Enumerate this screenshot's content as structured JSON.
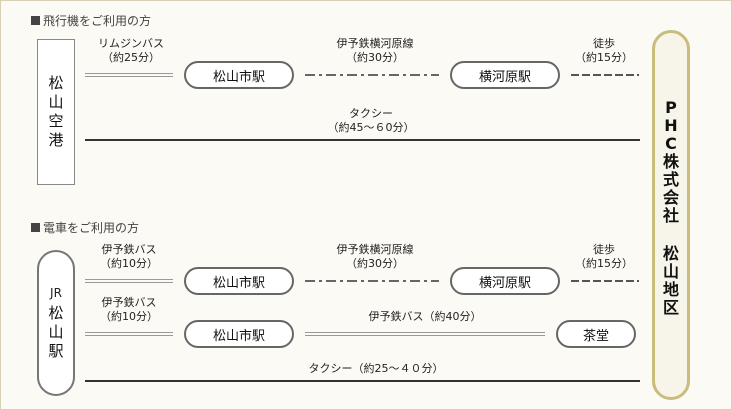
{
  "sections": {
    "airport_title": "飛行機をご利用の方",
    "train_title": "電車をご利用の方"
  },
  "origins": {
    "airport": "松山空港",
    "jr_line": "JR",
    "jr_name": "松山駅"
  },
  "destination": {
    "company": "PHC株式会社",
    "site": "松山地区"
  },
  "airport_route": {
    "bus_label": "リムジンバス",
    "bus_time": "（約25分）",
    "station1": "松山市駅",
    "rail_label": "伊予鉄横河原線",
    "rail_time": "（約30分）",
    "station2": "横河原駅",
    "walk_label": "徒歩",
    "walk_time": "（約15分）",
    "taxi_label": "タクシー",
    "taxi_time": "（約45～６0分）"
  },
  "train_route1": {
    "bus_label": "伊予鉄バス",
    "bus_time": "（約10分）",
    "station1": "松山市駅",
    "rail_label": "伊予鉄横河原線",
    "rail_time": "（約30分）",
    "station2": "横河原駅",
    "walk_label": "徒歩",
    "walk_time": "（約15分）"
  },
  "train_route2": {
    "bus_label": "伊予鉄バス",
    "bus_time": "（約10分）",
    "station1": "松山市駅",
    "bus2_label": "伊予鉄バス（約40分）",
    "station2": "茶堂"
  },
  "train_taxi": {
    "label": "タクシー（約25～４０分）"
  }
}
